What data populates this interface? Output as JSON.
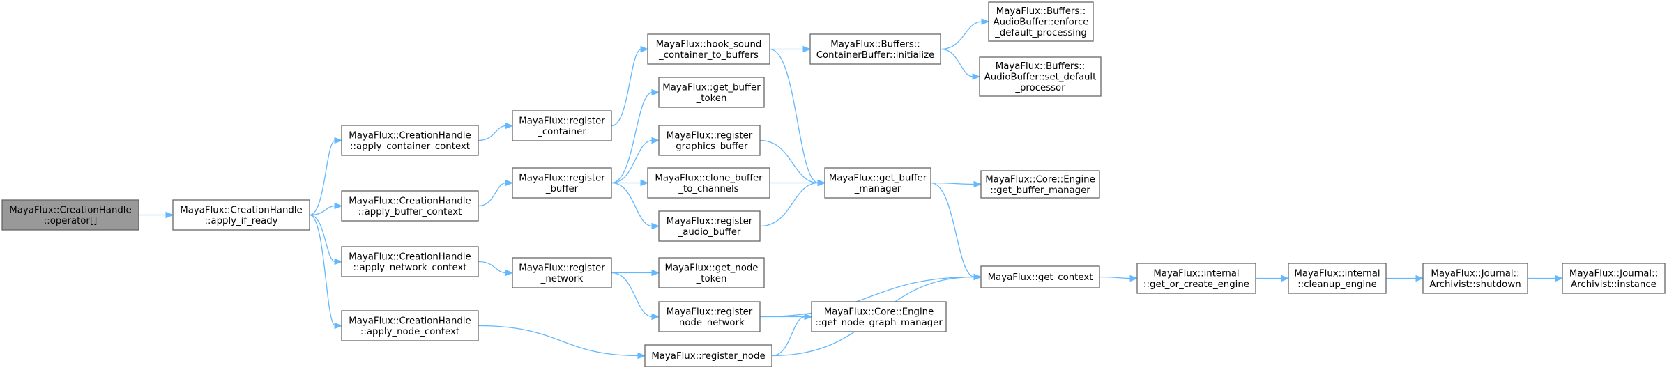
{
  "colors": {
    "node_border": "#666666",
    "root_fill": "#999999",
    "edge": "#63b8ff",
    "background": "#ffffff"
  },
  "nodes": {
    "n0": {
      "lines": [
        "MayaFlux::CreationHandle",
        "::operator[]"
      ]
    },
    "n1": {
      "lines": [
        "MayaFlux::CreationHandle",
        "::apply_if_ready"
      ]
    },
    "n2": {
      "lines": [
        "MayaFlux::CreationHandle",
        "::apply_container_context"
      ]
    },
    "n3": {
      "lines": [
        "MayaFlux::CreationHandle",
        "::apply_buffer_context"
      ]
    },
    "n4": {
      "lines": [
        "MayaFlux::CreationHandle",
        "::apply_network_context"
      ]
    },
    "n5": {
      "lines": [
        "MayaFlux::CreationHandle",
        "::apply_node_context"
      ]
    },
    "n6": {
      "lines": [
        "MayaFlux::register",
        "_container"
      ]
    },
    "n7": {
      "lines": [
        "MayaFlux::register",
        "_buffer"
      ]
    },
    "n8": {
      "lines": [
        "MayaFlux::register",
        "_network"
      ]
    },
    "n9": {
      "lines": [
        "MayaFlux::hook_sound",
        "_container_to_buffers"
      ]
    },
    "n10": {
      "lines": [
        "MayaFlux::get_buffer",
        "_token"
      ]
    },
    "n11": {
      "lines": [
        "MayaFlux::register",
        "_graphics_buffer"
      ]
    },
    "n12": {
      "lines": [
        "MayaFlux::clone_buffer",
        "_to_channels"
      ]
    },
    "n13": {
      "lines": [
        "MayaFlux::register",
        "_audio_buffer"
      ]
    },
    "n14": {
      "lines": [
        "MayaFlux::get_node",
        "_token"
      ]
    },
    "n15": {
      "lines": [
        "MayaFlux::register",
        "_node_network"
      ]
    },
    "n16": {
      "lines": [
        "MayaFlux::register_node"
      ]
    },
    "n17": {
      "lines": [
        "MayaFlux::Buffers::",
        "ContainerBuffer::initialize"
      ]
    },
    "n18": {
      "lines": [
        "MayaFlux::get_buffer",
        "_manager"
      ]
    },
    "n19": {
      "lines": [
        "MayaFlux::Core::Engine",
        "::get_node_graph_manager"
      ]
    },
    "n20": {
      "lines": [
        "MayaFlux::Buffers::",
        "AudioBuffer::enforce",
        "_default_processing"
      ]
    },
    "n21": {
      "lines": [
        "MayaFlux::Buffers::",
        "AudioBuffer::set_default",
        "_processor"
      ]
    },
    "n22": {
      "lines": [
        "MayaFlux::Core::Engine",
        "::get_buffer_manager"
      ]
    },
    "n23": {
      "lines": [
        "MayaFlux::get_context"
      ]
    },
    "n24": {
      "lines": [
        "MayaFlux::internal",
        "::get_or_create_engine"
      ]
    },
    "n25": {
      "lines": [
        "MayaFlux::internal",
        "::cleanup_engine"
      ]
    },
    "n26": {
      "lines": [
        "MayaFlux::Journal::",
        "Archivist::shutdown"
      ]
    },
    "n27": {
      "lines": [
        "MayaFlux::Journal::",
        "Archivist::instance"
      ]
    }
  },
  "edges": [
    [
      "n0",
      "n1"
    ],
    [
      "n1",
      "n2"
    ],
    [
      "n1",
      "n3"
    ],
    [
      "n1",
      "n4"
    ],
    [
      "n1",
      "n5"
    ],
    [
      "n2",
      "n6"
    ],
    [
      "n3",
      "n7"
    ],
    [
      "n4",
      "n8"
    ],
    [
      "n5",
      "n16"
    ],
    [
      "n6",
      "n9"
    ],
    [
      "n7",
      "n10"
    ],
    [
      "n7",
      "n11"
    ],
    [
      "n7",
      "n12"
    ],
    [
      "n7",
      "n13"
    ],
    [
      "n8",
      "n14"
    ],
    [
      "n8",
      "n15"
    ],
    [
      "n9",
      "n17"
    ],
    [
      "n9",
      "n18"
    ],
    [
      "n17",
      "n20"
    ],
    [
      "n17",
      "n21"
    ],
    [
      "n11",
      "n18"
    ],
    [
      "n12",
      "n18"
    ],
    [
      "n13",
      "n18"
    ],
    [
      "n18",
      "n22"
    ],
    [
      "n18",
      "n23"
    ],
    [
      "n15",
      "n23"
    ],
    [
      "n15",
      "n19"
    ],
    [
      "n16",
      "n19"
    ],
    [
      "n16",
      "n23"
    ],
    [
      "n23",
      "n24"
    ],
    [
      "n24",
      "n25"
    ],
    [
      "n25",
      "n26"
    ],
    [
      "n26",
      "n27"
    ]
  ]
}
